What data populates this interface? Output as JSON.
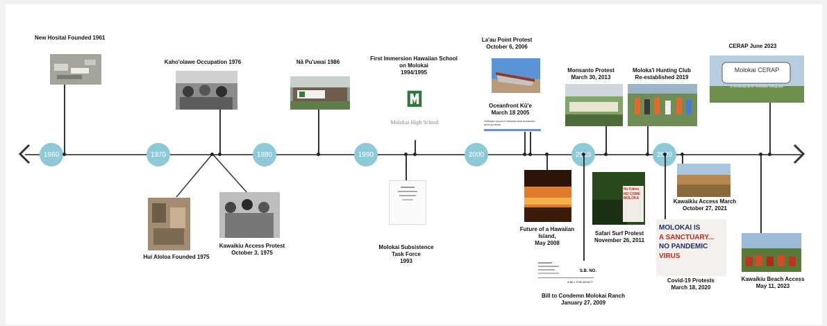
{
  "decades": [
    "1960",
    "1970",
    "1980",
    "1990",
    "2000",
    "2010",
    "2020"
  ],
  "events": {
    "hospital": {
      "title": "New Hosital Founded 1961"
    },
    "kahoolawe": {
      "title": "Kaho'olawe Occupation 1976"
    },
    "napuuwai": {
      "title": "Nā Pu'uwai 1986"
    },
    "immersion": {
      "line1": "First Immersion Hawaiian School",
      "line2": "on Molokai",
      "line3": "1994/1995",
      "photo_text": "Molokai High School"
    },
    "lauau": {
      "line1": "La'au Point Protest",
      "line2": "October 6, 2006"
    },
    "oceanfront": {
      "line1": "Oceanfront Kū'e",
      "line2": "March 18 2005",
      "note": "Software tycoon's Molokai land auctioned amid protests"
    },
    "monsanto": {
      "line1": "Monsanto Protest",
      "line2": "March 30, 2013"
    },
    "hunting": {
      "line1": "Moloka'i Hunting Club",
      "line2": "Re-established 2019"
    },
    "cerap": {
      "title": "CERAP June 2023",
      "logo": "Molokai CERAP",
      "tagline": "A community-driven renewable energy plan"
    },
    "huialoha": {
      "title": "Hui Aloloa Founded 1975"
    },
    "kawaikiu75": {
      "line1": "Kawaikiu Access Protest",
      "line2": "October 3, 1975"
    },
    "subsistence": {
      "line1": "Molokai Subsistence",
      "line2": "Task Force",
      "line3": "1993"
    },
    "future": {
      "line1": "Future of a Hawaiian",
      "line2": "Island,",
      "line3": "May 2008"
    },
    "bill": {
      "line1": "Bill to Condemn Molokai Ranch",
      "line2": "January 27, 2009",
      "doc_code": "S.B. NO.",
      "doc_footer": "A BILL FOR AN ACT"
    },
    "safari": {
      "line1": "Safari Surf Protest",
      "line2": "November 26, 2011",
      "sign1": "No Fakes",
      "sign2": "NO COME",
      "sign3": "MOLOKA"
    },
    "covid": {
      "line1": "Covid-19 Protests",
      "line2": "March 18, 2020",
      "sign1": "MOLOKAI IS",
      "sign2": "A SANCTUARY...",
      "sign3": "NO PANDEMIC",
      "sign4": "VIRUS"
    },
    "kawaikiu21": {
      "line1": "Kawaikiu Access March",
      "line2": "October 27, 2021"
    },
    "beach": {
      "line1": "Kawaikiu Beach Access",
      "line2": "May 11, 2023"
    }
  },
  "colors": {
    "decade_fill": "#8ec9d8",
    "line": "#555555"
  }
}
